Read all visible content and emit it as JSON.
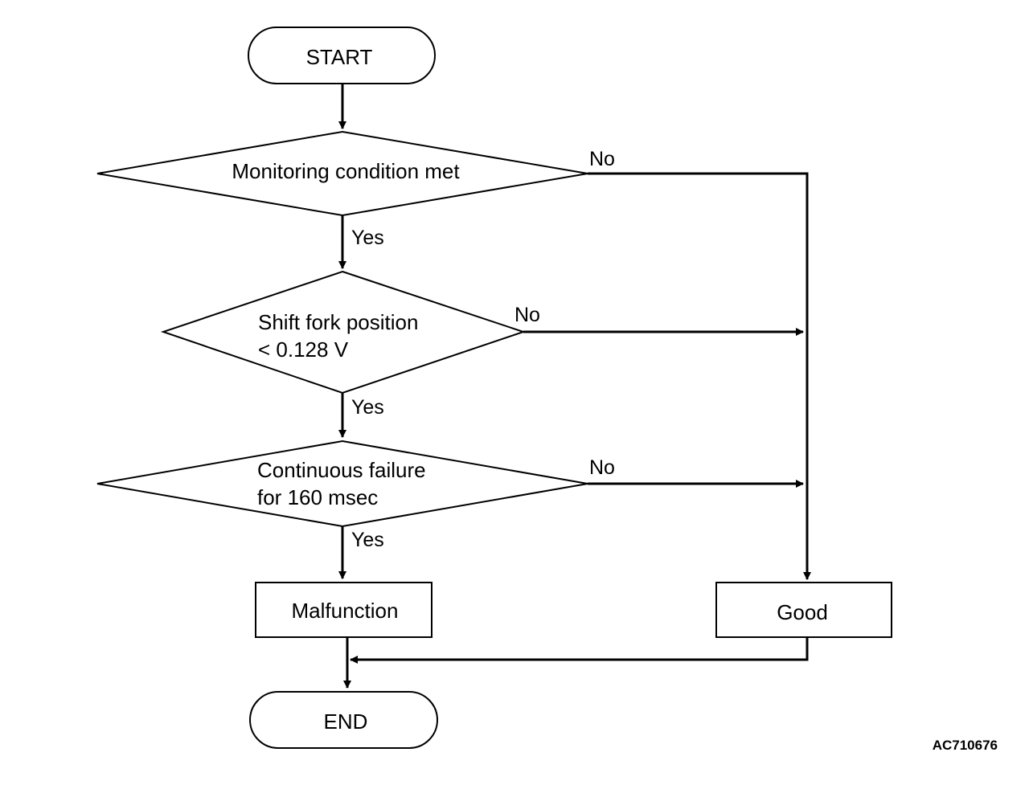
{
  "diagram": {
    "start": "START",
    "decisions": [
      {
        "lines": [
          "Monitoring condition met"
        ],
        "yes": "Yes",
        "no": "No"
      },
      {
        "lines": [
          "Shift fork position",
          "< 0.128 V"
        ],
        "yes": "Yes",
        "no": "No"
      },
      {
        "lines": [
          "Continuous failure",
          "for 160 msec"
        ],
        "yes": "Yes",
        "no": "No"
      }
    ],
    "malfunction": "Malfunction",
    "good": "Good",
    "end": "END"
  },
  "figure_code": "AC710676"
}
